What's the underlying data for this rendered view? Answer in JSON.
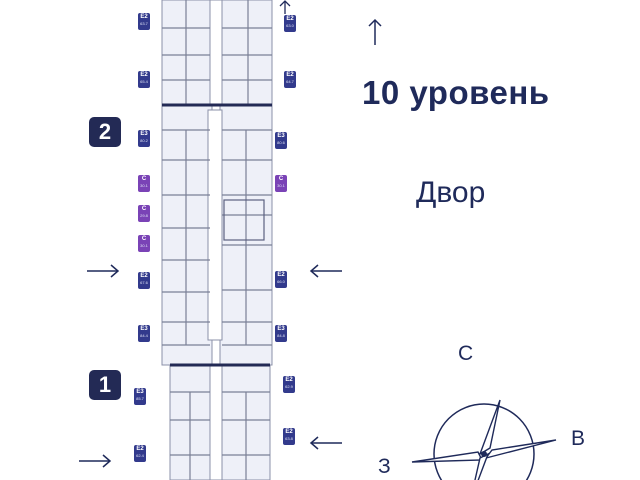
{
  "floor": {
    "title": "10 уровень",
    "yard_label": "Двор"
  },
  "sections": [
    {
      "label": "2"
    },
    {
      "label": "1"
    }
  ],
  "units_left": [
    {
      "code": "E2",
      "area": "63.7"
    },
    {
      "code": "E2",
      "area": "65.4"
    },
    {
      "code": "E3",
      "area": "80.2"
    },
    {
      "code": "C",
      "area": "30.1"
    },
    {
      "code": "C",
      "area": "29.8"
    },
    {
      "code": "C",
      "area": "30.1"
    },
    {
      "code": "E2",
      "area": "67.6"
    },
    {
      "code": "E3",
      "area": "84.4"
    },
    {
      "code": "E3",
      "area": "85.7"
    },
    {
      "code": "E2",
      "area": "62.4"
    }
  ],
  "units_right": [
    {
      "code": "E2",
      "area": "63.0"
    },
    {
      "code": "E2",
      "area": "64.7"
    },
    {
      "code": "E3",
      "area": "80.6"
    },
    {
      "code": "C",
      "area": "30.1"
    },
    {
      "code": "E2",
      "area": "66.0"
    },
    {
      "code": "E3",
      "area": "84.8"
    },
    {
      "code": "E2",
      "area": "62.9"
    },
    {
      "code": "E2",
      "area": "63.8"
    }
  ],
  "compass": {
    "north": "С",
    "east": "В",
    "west": "З"
  },
  "colors": {
    "navy": "#232a55",
    "tag_navy": "#323a8c",
    "tag_violet": "#7a43b6",
    "text": "#1f2a5a"
  },
  "icons": {
    "arrow": "arrow-icon",
    "compass": "compass-rose-icon"
  }
}
